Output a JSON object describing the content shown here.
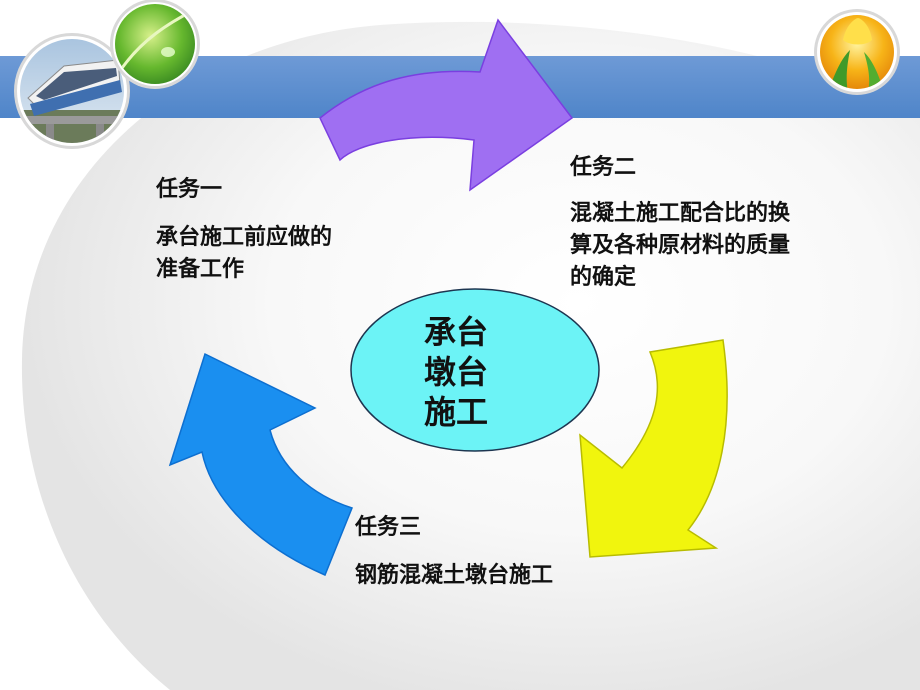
{
  "tasks": [
    {
      "title": "任务一",
      "desc_lines": [
        "承台施工前应做的",
        "准备工作"
      ]
    },
    {
      "title": "任务二",
      "desc_lines": [
        "混凝土施工配合比的换",
        "算及各种原材料的质量",
        "的确定"
      ]
    },
    {
      "title": "任务三",
      "desc_lines": [
        "钢筋混凝土墩台施工"
      ]
    }
  ],
  "center": {
    "lines": [
      "承台",
      "墩台",
      "施工"
    ]
  },
  "colors": {
    "banner": "#5d8fd0",
    "arrow_task1": "#9f6ff2",
    "arrow_task2": "#f1f50d",
    "arrow_task3": "#1a8ff0",
    "center_fill": "#6cf3f6",
    "background_disc": "#ededed"
  },
  "icons": [
    "maglev-train-photo-icon",
    "green-leaf-droplet-icon",
    "tulip-photo-icon"
  ]
}
